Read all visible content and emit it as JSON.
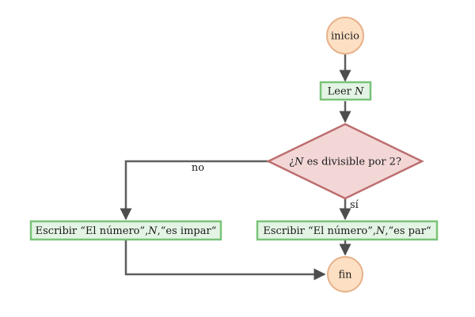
{
  "flowchart": {
    "nodes": {
      "start": {
        "label": "inicio"
      },
      "read": {
        "prefix": "Leer ",
        "var": "N"
      },
      "decision": {
        "prefix": "¿",
        "var": "N",
        "suffix": " es divisible por 2?"
      },
      "write_odd": {
        "part1": "Escribir “El número”,",
        "var": "N",
        "part2": ",“es impar“"
      },
      "write_even": {
        "part1": "Escribir “El número”,",
        "var": "N",
        "part2": ",“es par“"
      },
      "end": {
        "label": "fin"
      }
    },
    "edges": {
      "no_label": "no",
      "yes_label": "sí"
    }
  },
  "colors": {
    "terminal_fill": "#fde0c4",
    "terminal_stroke": "#e7b28b",
    "process_fill": "#e4f4e4",
    "process_stroke": "#79c379",
    "decision_fill": "#f3d7d7",
    "decision_stroke": "#bd6e6e",
    "arrow": "#5e5e5e"
  }
}
